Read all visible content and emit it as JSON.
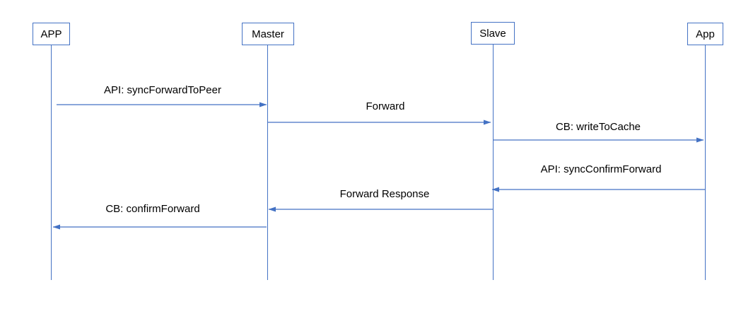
{
  "diagram": {
    "type": "sequence",
    "colors": {
      "accent": "#4472C4",
      "text": "#000000",
      "background": "#FFFFFF"
    },
    "actors": [
      {
        "label": "APP"
      },
      {
        "label": "Master"
      },
      {
        "label": "Slave"
      },
      {
        "label": "App"
      }
    ],
    "messages": [
      {
        "label": "API: syncForwardToPeer",
        "from": "APP",
        "to": "Master",
        "direction": "right"
      },
      {
        "label": "Forward",
        "from": "Master",
        "to": "Slave",
        "direction": "right"
      },
      {
        "label": "CB: writeToCache",
        "from": "Slave",
        "to": "App",
        "direction": "right"
      },
      {
        "label": "API: syncConfirmForward",
        "from": "App",
        "to": "Slave",
        "direction": "left"
      },
      {
        "label": "Forward Response",
        "from": "Slave",
        "to": "Master",
        "direction": "left"
      },
      {
        "label": "CB: confirmForward",
        "from": "Master",
        "to": "APP",
        "direction": "left"
      }
    ]
  }
}
